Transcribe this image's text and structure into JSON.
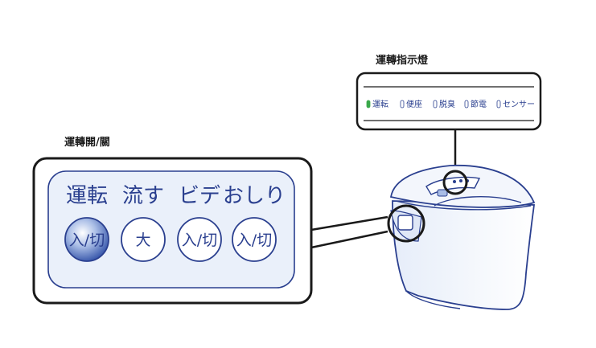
{
  "labels": {
    "indicator_title": "運轉指示燈",
    "operation_title": "運轉開/關"
  },
  "control_panel": {
    "columns": [
      {
        "label": "運転",
        "button": "入/切",
        "pressed": true
      },
      {
        "label": "流す",
        "button": "大",
        "pressed": false
      },
      {
        "label": "ビデ",
        "button": "入/切",
        "pressed": false
      },
      {
        "label": "おしり",
        "button": "入/切",
        "pressed": false
      }
    ]
  },
  "indicator_panel": {
    "items": [
      {
        "label": "運転",
        "lit": true
      },
      {
        "label": "便座",
        "lit": false
      },
      {
        "label": "脱臭",
        "lit": false
      },
      {
        "label": "節電",
        "lit": false
      },
      {
        "label": "センサー",
        "lit": false
      }
    ]
  },
  "colors": {
    "navy": "#2a3f8f",
    "panel_fill": "#eaf0fa",
    "lit_green": "#3aa84a",
    "pressed_blue": "#2f4fa6",
    "outline_black": "#1a1a1a"
  }
}
